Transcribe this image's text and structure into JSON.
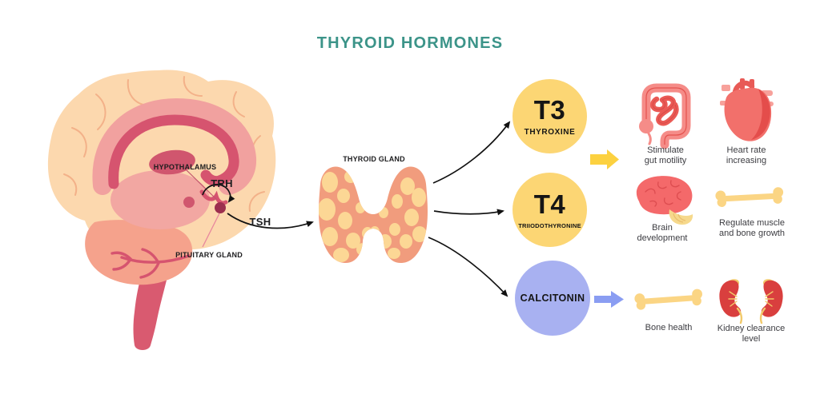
{
  "title": "THYROID HORMONES",
  "colors": {
    "title_teal": "#3c9489",
    "hormone_yellow": "#fcd674",
    "calcitonin_blue": "#a8b1f1",
    "block_arrow_yellow": "#fcd140",
    "block_arrow_blue": "#8a9df2"
  },
  "brain_diagram": {
    "hypothalamus_label": "HYPOTHALAMUS",
    "trh_label": "TRH",
    "tsh_label": "TSH",
    "pituitary_label": "PITUITARY GLAND"
  },
  "thyroid": {
    "label": "THYROID GLAND"
  },
  "hormones": [
    {
      "abbr": "T3",
      "name": "THYROXINE"
    },
    {
      "abbr": "T4",
      "name": "TRIIODOTHYRONINE"
    },
    {
      "abbr": "",
      "name": "CALCITONIN"
    }
  ],
  "effects": [
    {
      "icon": "intestine-icon",
      "line1": "Stimulate",
      "line2": "gut motility"
    },
    {
      "icon": "heart-icon",
      "line1": "Heart rate",
      "line2": "increasing"
    },
    {
      "icon": "brain-icon",
      "line1": "Brain",
      "line2": "development"
    },
    {
      "icon": "bone-icon",
      "line1": "Regulate muscle",
      "line2": "and bone growth"
    },
    {
      "icon": "bone-icon",
      "line1": "Bone health",
      "line2": ""
    },
    {
      "icon": "kidneys-icon",
      "line1": "Kidney clearance",
      "line2": "level"
    }
  ]
}
